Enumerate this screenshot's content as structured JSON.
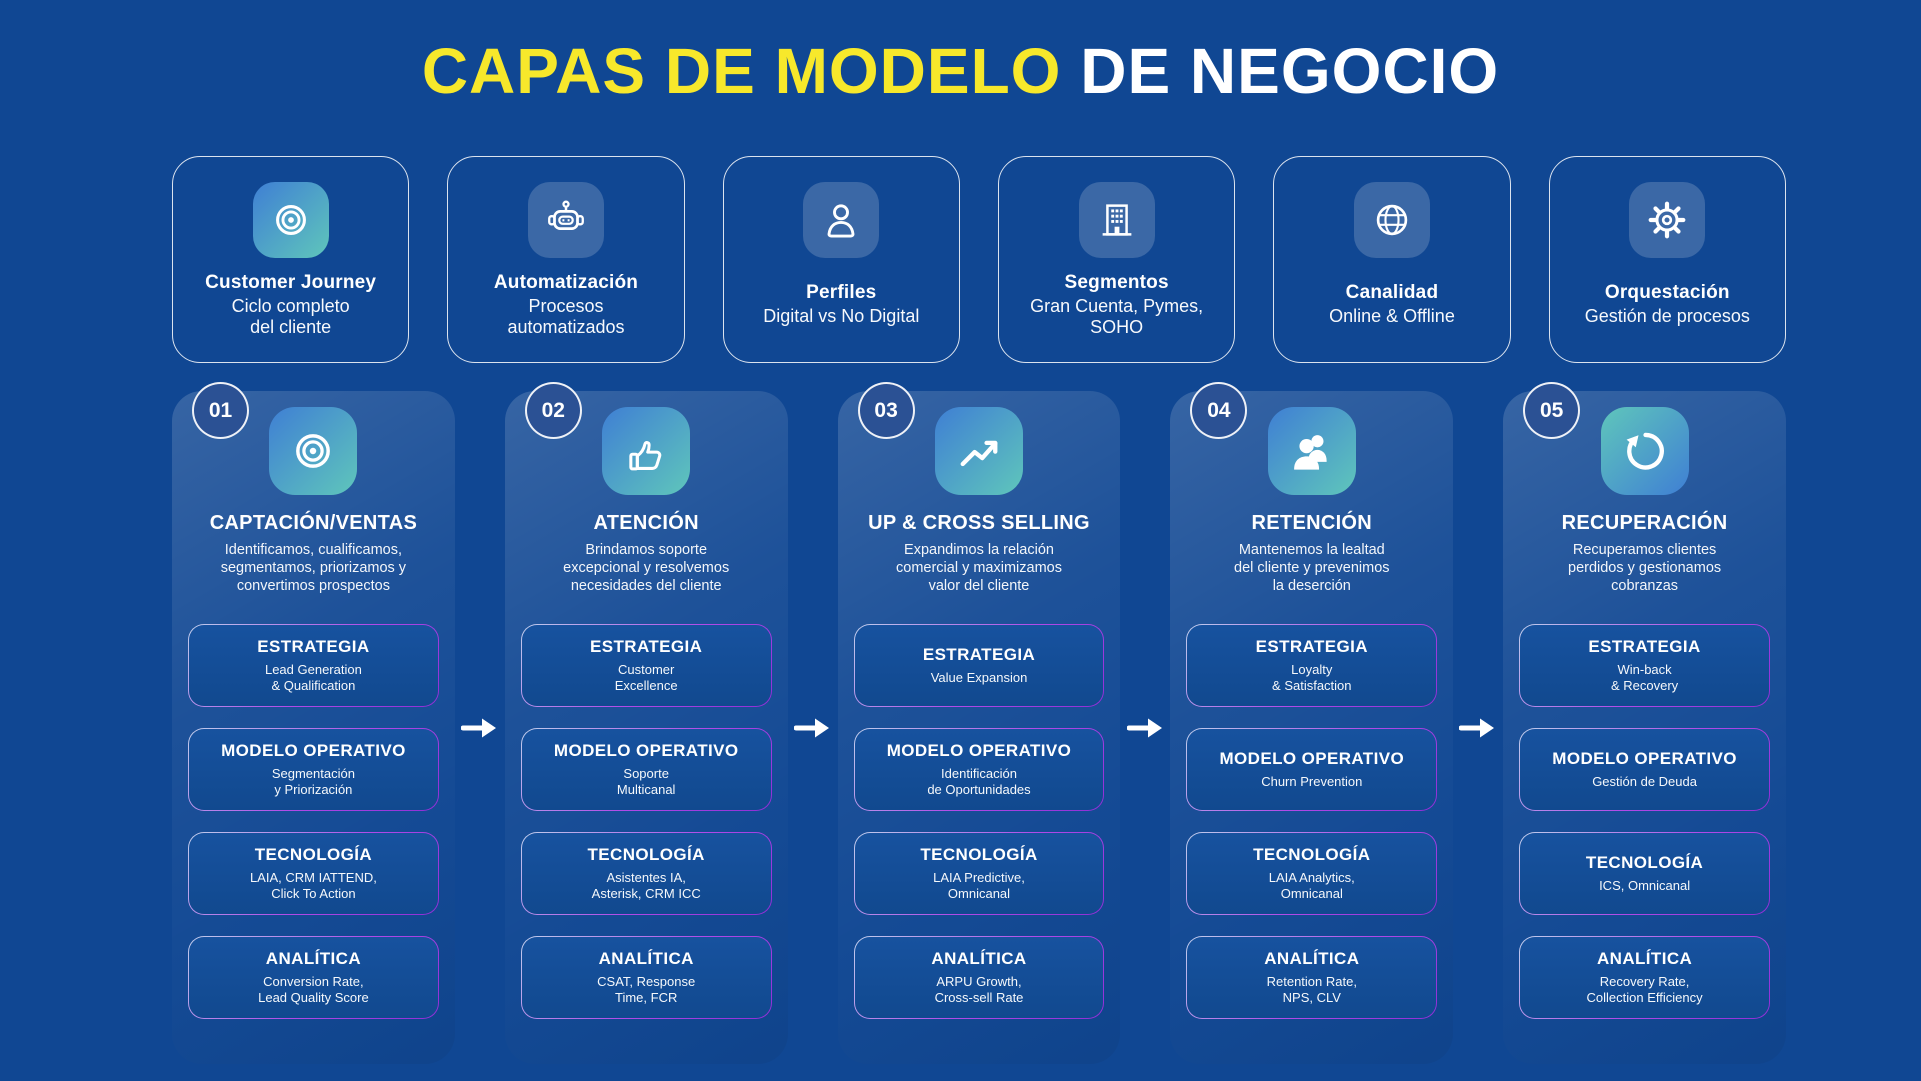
{
  "title": {
    "highlight": "CAPAS DE MODELO",
    "rest": " DE NEGOCIO"
  },
  "colors": {
    "bg": "#104793",
    "accent_yellow": "#F7E82B",
    "tile_grad_start": "#3F7FD4",
    "tile_grad_end": "#5FC6BB",
    "purple": "#B14AE8"
  },
  "top_cards": [
    {
      "icon": "target-icon",
      "title": "Customer Journey",
      "subtitle": "Ciclo completo\ndel cliente"
    },
    {
      "icon": "robot-icon",
      "title": "Automatización",
      "subtitle": "Procesos\nautomatizados"
    },
    {
      "icon": "person-icon",
      "title": "Perfiles",
      "subtitle": "Digital vs No Digital"
    },
    {
      "icon": "building-icon",
      "title": "Segmentos",
      "subtitle": "Gran Cuenta, Pymes,\nSOHO"
    },
    {
      "icon": "globe-icon",
      "title": "Canalidad",
      "subtitle": "Online & Offline"
    },
    {
      "icon": "gear-icon",
      "title": "Orquestación",
      "subtitle": "Gestión de procesos"
    }
  ],
  "columns": [
    {
      "number": "01",
      "icon": "target-icon",
      "title": "CAPTACIÓN/VENTAS",
      "description": "Identificamos, cualificamos,\nsegmentamos, priorizamos y\nconvertimos prospectos",
      "sections": [
        {
          "label": "ESTRATEGIA",
          "value": "Lead Generation\n& Qualification"
        },
        {
          "label": "MODELO OPERATIVO",
          "value": "Segmentación\ny Priorización"
        },
        {
          "label": "TECNOLOGÍA",
          "value": "LAIA, CRM IATTEND,\nClick To Action"
        },
        {
          "label": "ANALÍTICA",
          "value": "Conversion Rate,\nLead Quality Score"
        }
      ]
    },
    {
      "number": "02",
      "icon": "thumbs-up-icon",
      "title": "ATENCIÓN",
      "description": "Brindamos soporte\nexcepcional y resolvemos\nnecesidades del cliente",
      "sections": [
        {
          "label": "ESTRATEGIA",
          "value": "Customer\nExcellence"
        },
        {
          "label": "MODELO OPERATIVO",
          "value": "Soporte\nMulticanal"
        },
        {
          "label": "TECNOLOGÍA",
          "value": "Asistentes IA,\nAsterisk, CRM ICC"
        },
        {
          "label": "ANALÍTICA",
          "value": "CSAT, Response\nTime, FCR"
        }
      ]
    },
    {
      "number": "03",
      "icon": "trend-up-icon",
      "title": "UP & CROSS SELLING",
      "description": "Expandimos la relación\ncomercial y maximizamos\nvalor del cliente",
      "sections": [
        {
          "label": "ESTRATEGIA",
          "value": "Value Expansion"
        },
        {
          "label": "MODELO OPERATIVO",
          "value": "Identificación\nde Oportunidades"
        },
        {
          "label": "TECNOLOGÍA",
          "value": "LAIA Predictive,\nOmnicanal"
        },
        {
          "label": "ANALÍTICA",
          "value": "ARPU Growth,\nCross-sell Rate"
        }
      ]
    },
    {
      "number": "04",
      "icon": "users-icon",
      "title": "RETENCIÓN",
      "description": "Mantenemos la lealtad\ndel cliente y prevenimos\nla deserción",
      "sections": [
        {
          "label": "ESTRATEGIA",
          "value": "Loyalty\n& Satisfaction"
        },
        {
          "label": "MODELO OPERATIVO",
          "value": "Churn Prevention"
        },
        {
          "label": "TECNOLOGÍA",
          "value": "LAIA Analytics,\nOmnicanal"
        },
        {
          "label": "ANALÍTICA",
          "value": "Retention Rate,\nNPS, CLV"
        }
      ]
    },
    {
      "number": "05",
      "icon": "refresh-icon",
      "title": "RECUPERACIÓN",
      "description": "Recuperamos clientes\nperdidos y gestionamos\ncobranzas",
      "sections": [
        {
          "label": "ESTRATEGIA",
          "value": "Win-back\n& Recovery"
        },
        {
          "label": "MODELO OPERATIVO",
          "value": "Gestión de Deuda"
        },
        {
          "label": "TECNOLOGÍA",
          "value": "ICS, Omnicanal"
        },
        {
          "label": "ANALÍTICA",
          "value": "Recovery Rate,\nCollection Efficiency"
        }
      ]
    }
  ]
}
